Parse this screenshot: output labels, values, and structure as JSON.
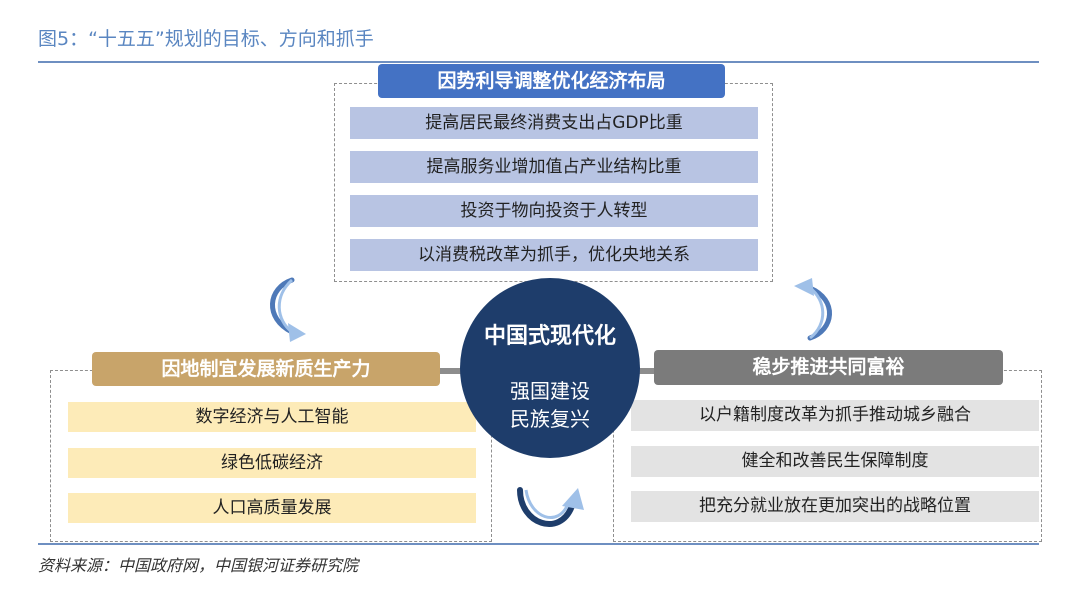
{
  "figure_title": "图5：“十五五”规划的目标、方向和抓手",
  "source": "资料来源：中国政府网，中国银河证券研究院",
  "center": {
    "title": "中国式现代化",
    "line1": "强国建设",
    "line2": "民族复兴"
  },
  "top_group": {
    "header": "因势利导调整优化经济布局",
    "items": [
      "提高居民最终消费支出占GDP比重",
      "提高服务业增加值占产业结构比重",
      "投资于物向投资于人转型",
      "以消费税改革为抓手，优化央地关系"
    ]
  },
  "left_group": {
    "header": "因地制宜发展新质生产力",
    "items": [
      "数字经济与人工智能",
      "绿色低碳经济",
      "人口高质量发展"
    ]
  },
  "right_group": {
    "header": "稳步推进共同富裕",
    "items": [
      "以户籍制度改革为抓手推动城乡融合",
      "健全和改善民生保障制度",
      "把充分就业放在更加突出的战略位置"
    ]
  },
  "colors": {
    "top_header": "#4472c4",
    "top_item": "#b8c4e3",
    "left_header": "#c8a46a",
    "left_item": "#fdebb8",
    "right_header": "#7b7b7b",
    "right_item": "#e3e3e3",
    "center": "#1e3d6b",
    "rule": "#6e8fc1"
  }
}
